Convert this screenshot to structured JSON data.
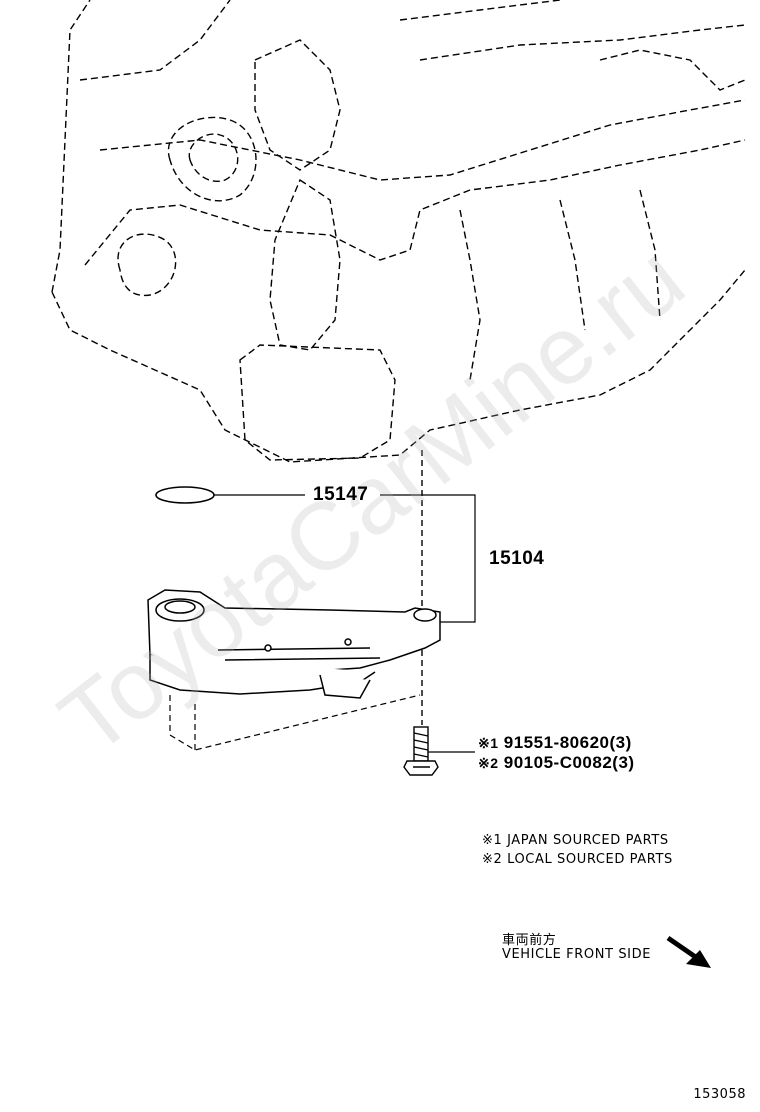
{
  "parts": {
    "oring": "15147",
    "strainer": "15104",
    "bolt_japan": "91551-80620(3)",
    "bolt_local": "90105-C0082(3)"
  },
  "marks": {
    "m1": "※1",
    "m2": "※2"
  },
  "notes": {
    "japan": "※1 JAPAN SOURCED PARTS",
    "local": "※2 LOCAL SOURCED PARTS"
  },
  "direction": {
    "jp": "車両前方",
    "en": "VEHICLE FRONT SIDE"
  },
  "watermark": "ToyotaCarMine.ru",
  "diagram_id": "153058"
}
